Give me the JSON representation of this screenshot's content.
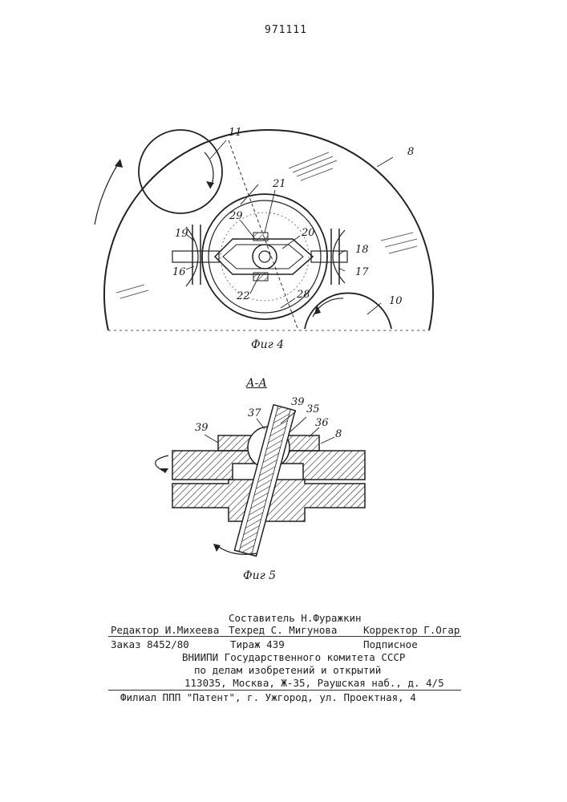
{
  "patent_number": "971111",
  "fig4": {
    "caption": "Фиг 4",
    "labels": [
      "11",
      "8",
      "21",
      "29",
      "20",
      "19",
      "18",
      "16",
      "17",
      "22",
      "28",
      "10"
    ]
  },
  "fig5": {
    "section_label": "А-А",
    "caption": "Фиг 5",
    "labels": [
      "39",
      "37",
      "39",
      "35",
      "36",
      "8"
    ]
  },
  "imprint": {
    "compiler": "Составитель Н.Фуражкин",
    "editor": "Редактор И.Михеева",
    "techred": "Техред С. Мигунова",
    "corrector": "Корректор Г.Огар",
    "order": "Заказ 8452/80",
    "circulation": "Тираж 439",
    "subscription": "Подписное",
    "org_line1": "ВНИИПИ Государственного комитета СССР",
    "org_line2": "по делам изобретений и открытий",
    "address": "113035,  Москва, Ж-35, Раушская наб., д. 4/5",
    "branch": "Филиал ППП \"Патент\", г. Ужгород, ул. Проектная, 4"
  }
}
